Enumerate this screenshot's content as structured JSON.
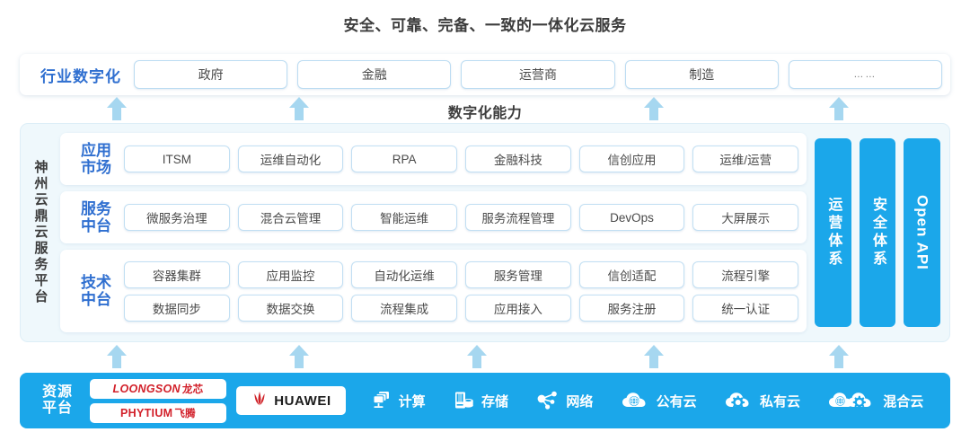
{
  "title": "安全、可靠、完备、一致的一体化云服务",
  "industry": {
    "label": "行业数字化",
    "items": [
      "政府",
      "金融",
      "运营商",
      "制造",
      "……"
    ]
  },
  "capability_label": "数字化能力",
  "platform": {
    "label": "神州云鼎云服务平台",
    "rows": [
      {
        "label_line1": "应用",
        "label_line2": "市场",
        "chip_rows": [
          [
            "ITSM",
            "运维自动化",
            "RPA",
            "金融科技",
            "信创应用",
            "运维/运营"
          ]
        ]
      },
      {
        "label_line1": "服务",
        "label_line2": "中台",
        "chip_rows": [
          [
            "微服务治理",
            "混合云管理",
            "智能运维",
            "服务流程管理",
            "DevOps",
            "大屏展示"
          ]
        ]
      },
      {
        "label_line1": "技术",
        "label_line2": "中台",
        "chip_rows": [
          [
            "容器集群",
            "应用监控",
            "自动化运维",
            "服务管理",
            "信创适配",
            "流程引擎"
          ],
          [
            "数据同步",
            "数据交换",
            "流程集成",
            "应用接入",
            "服务注册",
            "统一认证"
          ]
        ]
      }
    ],
    "vertical_columns": [
      "运营体系",
      "安全体系",
      "Open API"
    ]
  },
  "resource": {
    "label_line1": "资源",
    "label_line2": "平台",
    "logos": [
      {
        "name": "LOONGSON",
        "cn": "龙芯"
      },
      {
        "name": "PHYTIUM",
        "cn": "飞腾"
      }
    ],
    "huawei": "HUAWEI",
    "items": [
      {
        "label": "计算",
        "icon": "compute-icon"
      },
      {
        "label": "存储",
        "icon": "storage-icon"
      },
      {
        "label": "网络",
        "icon": "network-icon"
      },
      {
        "label": "公有云",
        "icon": "public-cloud-icon"
      },
      {
        "label": "私有云",
        "icon": "private-cloud-icon"
      },
      {
        "label": "混合云",
        "icon": "hybrid-cloud-icon"
      }
    ]
  },
  "arrows": {
    "upper_x": [
      130,
      333,
      728,
      934
    ],
    "lower_x": [
      130,
      333,
      531,
      728,
      934
    ]
  },
  "colors": {
    "brand_blue": "#1ba7ea",
    "arrow_blue": "#a6d7f0",
    "label_blue": "#2f6fd0",
    "panel_bg": "#eff8fc",
    "logo_red": "#d2202a"
  }
}
